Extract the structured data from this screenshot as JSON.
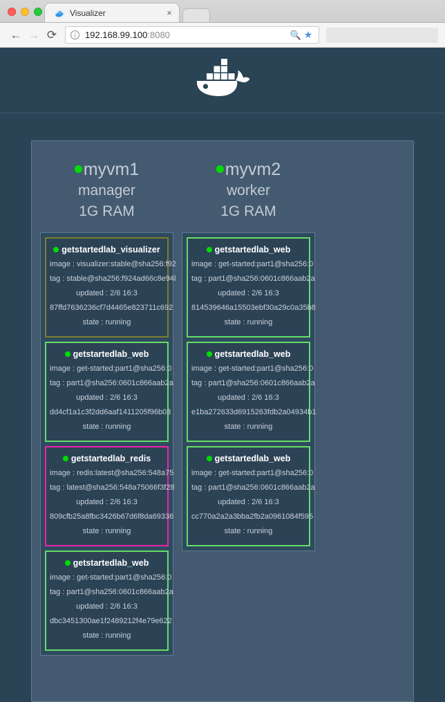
{
  "browser": {
    "tab": {
      "title": "Visualizer",
      "favicon": "docker-whale-icon",
      "close_label": "×"
    },
    "nav": {
      "back": "←",
      "forward": "→",
      "reload": "⟳"
    },
    "omnibox": {
      "host": "192.168.99.100",
      "port": ":8080",
      "info_icon": "i",
      "zoom_icon": "magnifier-icon",
      "bookmark_icon": "star-icon"
    },
    "window_controls": [
      "close",
      "minimize",
      "maximize"
    ]
  },
  "page": {
    "logo": "docker-whale-logo",
    "colors": {
      "background": "#2a4455",
      "board": "#445a70",
      "task_bg": "#2c4356",
      "border_green": "#66dd66",
      "border_olive": "#7d7d2e",
      "border_magenta": "#ee22aa",
      "status_dot": "#00dd00"
    },
    "nodes": [
      {
        "name": "myvm1",
        "role": "manager",
        "ram": "1G RAM",
        "status_dot": "green",
        "tasks": [
          {
            "name": "getstartedlab_visualizer",
            "border": "olive",
            "image": "image : visualizer:stable@sha256:f92",
            "tag": "tag : stable@sha256:f924ad66c8e94l",
            "updated": "updated : 2/6 16:3",
            "digest": "87ffd7636236cf7d4465e823711c692",
            "state": "state : running"
          },
          {
            "name": "getstartedlab_web",
            "border": "green",
            "image": "image : get-started:part1@sha256:0",
            "tag": "tag : part1@sha256:0601c866aab2a",
            "updated": "updated : 2/6 16:3",
            "digest": "dd4cf1a1c3f2dd6aaf1411205f96b03",
            "state": "state : running"
          },
          {
            "name": "getstartedlab_redis",
            "border": "magenta",
            "image": "image : redis:latest@sha256:548a75",
            "tag": "tag : latest@sha256:548a75066f3f28",
            "updated": "updated : 2/6 16:3",
            "digest": "809cfb25a8fbc3426b67d6f8da69336",
            "state": "state : running"
          },
          {
            "name": "getstartedlab_web",
            "border": "green",
            "image": "image : get-started:part1@sha256:0",
            "tag": "tag : part1@sha256:0601c866aab2a",
            "updated": "updated : 2/6 16:3",
            "digest": "dbc3451300ae1f2489212f4e79e622",
            "state": "state : running"
          }
        ]
      },
      {
        "name": "myvm2",
        "role": "worker",
        "ram": "1G RAM",
        "status_dot": "green",
        "tasks": [
          {
            "name": "getstartedlab_web",
            "border": "green",
            "image": "image : get-started:part1@sha256:0",
            "tag": "tag : part1@sha256:0601c866aab2a",
            "updated": "updated : 2/6 16:3",
            "digest": "814539646a15503ebf30a29c0a35b8",
            "state": "state : running"
          },
          {
            "name": "getstartedlab_web",
            "border": "green",
            "image": "image : get-started:part1@sha256:0",
            "tag": "tag : part1@sha256:0601c866aab2a",
            "updated": "updated : 2/6 16:3",
            "digest": "e1ba272633d6915263fdb2a04934b1",
            "state": "state : running"
          },
          {
            "name": "getstartedlab_web",
            "border": "green",
            "image": "image : get-started:part1@sha256:0",
            "tag": "tag : part1@sha256:0601c866aab2a",
            "updated": "updated : 2/6 16:3",
            "digest": "cc770a2a2a3bba2fb2a0961084f595",
            "state": "state : running"
          }
        ]
      }
    ]
  }
}
